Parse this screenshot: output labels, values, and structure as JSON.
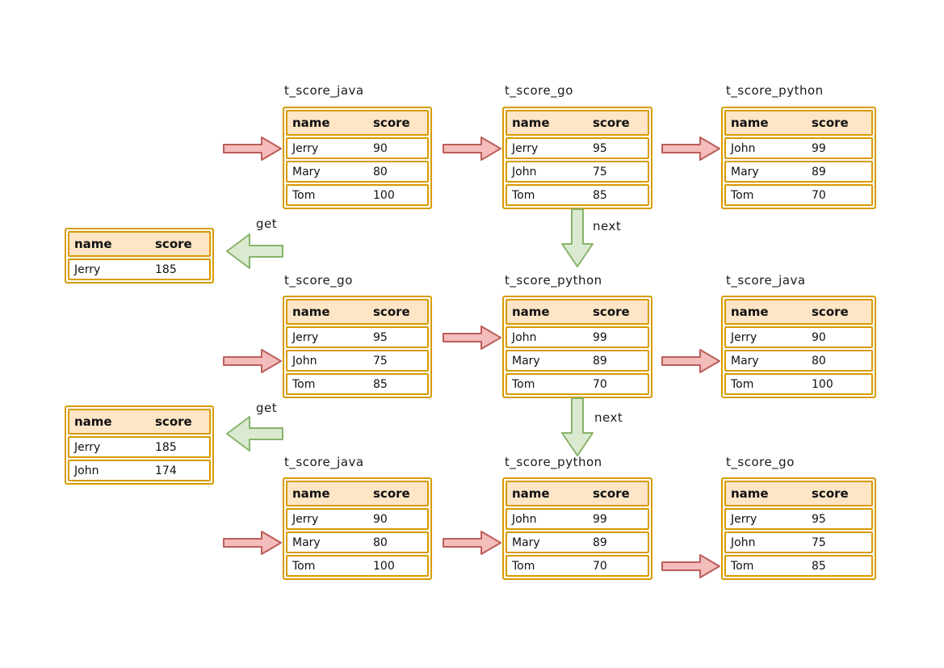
{
  "columns": {
    "name": "name",
    "score": "score"
  },
  "arrow_labels": {
    "get": "get",
    "next": "next"
  },
  "colors": {
    "table_border": "#d79b00",
    "header_fill": "#fde5c5",
    "red_arrow_fill": "#f4bcba",
    "red_arrow_stroke": "#bb5e5a",
    "green_arrow_fill": "#dbe9d0",
    "green_arrow_stroke": "#86b369"
  },
  "tables": [
    {
      "title": "t_score_java",
      "rows": [
        {
          "name": "Jerry",
          "score": "90"
        },
        {
          "name": "Mary",
          "score": "80"
        },
        {
          "name": "Tom",
          "score": "100"
        }
      ]
    },
    {
      "title": "t_score_go",
      "rows": [
        {
          "name": "Jerry",
          "score": "95"
        },
        {
          "name": "John",
          "score": "75"
        },
        {
          "name": "Tom",
          "score": "85"
        }
      ]
    },
    {
      "title": "t_score_python",
      "rows": [
        {
          "name": "John",
          "score": "99"
        },
        {
          "name": "Mary",
          "score": "89"
        },
        {
          "name": "Tom",
          "score": "70"
        }
      ]
    },
    {
      "title": "t_score_go",
      "rows": [
        {
          "name": "Jerry",
          "score": "95"
        },
        {
          "name": "John",
          "score": "75"
        },
        {
          "name": "Tom",
          "score": "85"
        }
      ]
    },
    {
      "title": "t_score_python",
      "rows": [
        {
          "name": "John",
          "score": "99"
        },
        {
          "name": "Mary",
          "score": "89"
        },
        {
          "name": "Tom",
          "score": "70"
        }
      ]
    },
    {
      "title": "t_score_java",
      "rows": [
        {
          "name": "Jerry",
          "score": "90"
        },
        {
          "name": "Mary",
          "score": "80"
        },
        {
          "name": "Tom",
          "score": "100"
        }
      ]
    },
    {
      "title": "t_score_java",
      "rows": [
        {
          "name": "Jerry",
          "score": "90"
        },
        {
          "name": "Mary",
          "score": "80"
        },
        {
          "name": "Tom",
          "score": "100"
        }
      ]
    },
    {
      "title": "t_score_python",
      "rows": [
        {
          "name": "John",
          "score": "99"
        },
        {
          "name": "Mary",
          "score": "89"
        },
        {
          "name": "Tom",
          "score": "70"
        }
      ]
    },
    {
      "title": "t_score_go",
      "rows": [
        {
          "name": "Jerry",
          "score": "95"
        },
        {
          "name": "John",
          "score": "75"
        },
        {
          "name": "Tom",
          "score": "85"
        }
      ]
    }
  ],
  "results": [
    {
      "rows": [
        {
          "name": "Jerry",
          "score": "185"
        }
      ]
    },
    {
      "rows": [
        {
          "name": "Jerry",
          "score": "185"
        },
        {
          "name": "John",
          "score": "174"
        }
      ]
    }
  ]
}
